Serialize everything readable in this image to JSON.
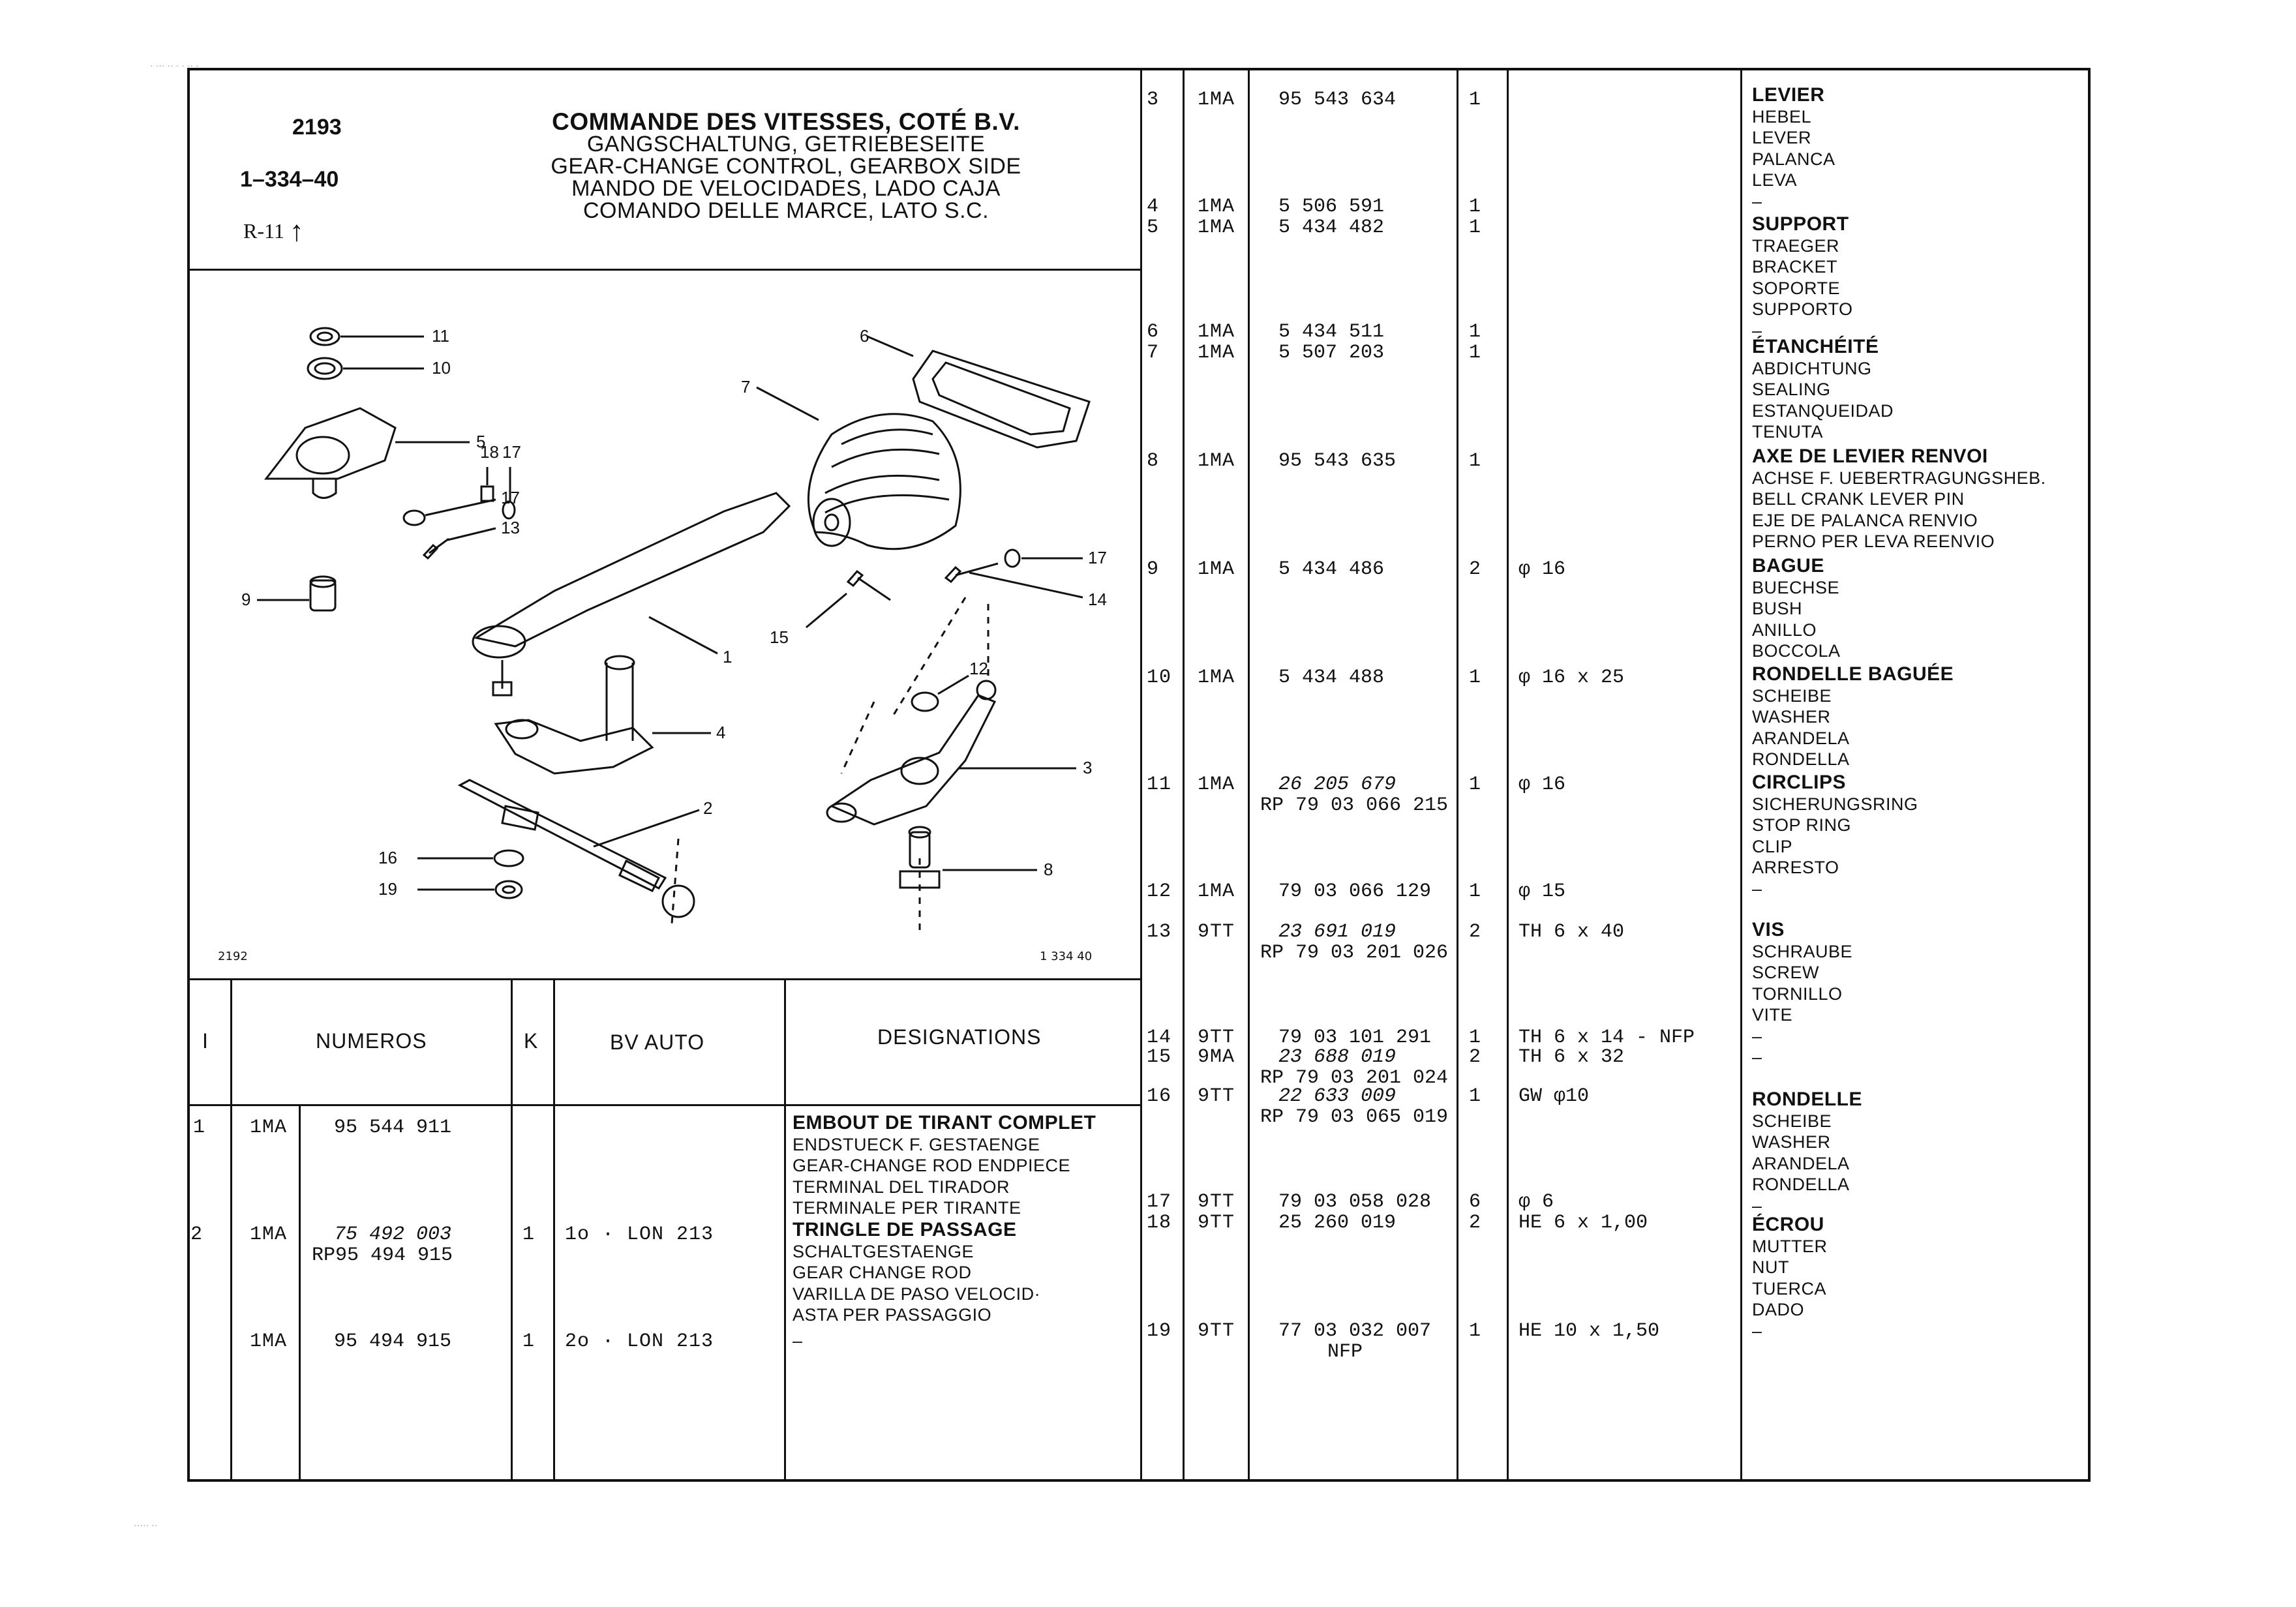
{
  "header": {
    "code": "2193",
    "ref_number": "1–334–40",
    "model": "R-11",
    "titles": [
      "COMMANDE DES VITESSES, COTÉ B.V.",
      "GANGSCHALTUNG, GETRIEBESEITE",
      "GEAR-CHANGE CONTROL, GEARBOX SIDE",
      "MANDO DE VELOCIDADES, LADO CAJA",
      "COMANDO DELLE MARCE, LATO S.C."
    ]
  },
  "diagram": {
    "left_note": "2192",
    "right_note": "1  334  40",
    "callouts": [
      "1",
      "2",
      "3",
      "4",
      "5",
      "6",
      "7",
      "8",
      "9",
      "10",
      "11",
      "12",
      "13",
      "14",
      "15",
      "16",
      "17",
      "17",
      "17",
      "18",
      "19"
    ]
  },
  "table": {
    "headers": [
      "I",
      "NUMEROS",
      "K",
      "BV AUTO",
      "DESIGNATIONS"
    ]
  },
  "left_rows": [
    {
      "item": "1",
      "prefix": "1MA",
      "numbers": [
        "95  544  911"
      ],
      "k": "",
      "bv": "",
      "designations": [
        "EMBOUT DE TIRANT COMPLET",
        "ENDSTUECK F. GESTAENGE",
        "GEAR-CHANGE ROD ENDPIECE",
        "TERMINAL DEL TIRADOR",
        "TERMINALE PER TIRANTE"
      ]
    },
    {
      "item": "2",
      "prefix": "1MA",
      "numbers": [
        "75  492  003",
        "RP95  494  915"
      ],
      "k": "1",
      "bv": "1o · LON 213",
      "designations": [
        "TRINGLE DE PASSAGE",
        "SCHALTGESTAENGE",
        "GEAR CHANGE ROD",
        "VARILLA DE PASO VELOCID·",
        "ASTA PER PASSAGGIO"
      ]
    },
    {
      "item": "",
      "prefix": "1MA",
      "numbers": [
        "95  494  915"
      ],
      "k": "1",
      "bv": "2o · LON 213",
      "designations": [
        "–"
      ]
    }
  ],
  "right_rows": [
    {
      "item": "3",
      "prefix": "1MA",
      "numbers": [
        "95  543  634"
      ],
      "qty": "1",
      "spec": ""
    },
    {
      "item": "4",
      "prefix": "1MA",
      "numbers": [
        "5  506  591"
      ],
      "qty": "1",
      "spec": ""
    },
    {
      "item": "5",
      "prefix": "1MA",
      "numbers": [
        "5  434  482"
      ],
      "qty": "1",
      "spec": ""
    },
    {
      "item": "6",
      "prefix": "1MA",
      "numbers": [
        "5  434  511"
      ],
      "qty": "1",
      "spec": ""
    },
    {
      "item": "7",
      "prefix": "1MA",
      "numbers": [
        "5  507  203"
      ],
      "qty": "1",
      "spec": ""
    },
    {
      "item": "8",
      "prefix": "1MA",
      "numbers": [
        "95  543  635"
      ],
      "qty": "1",
      "spec": ""
    },
    {
      "item": "9",
      "prefix": "1MA",
      "numbers": [
        "5  434  486"
      ],
      "qty": "2",
      "spec": "φ 16"
    },
    {
      "item": "10",
      "prefix": "1MA",
      "numbers": [
        "5  434  488"
      ],
      "qty": "1",
      "spec": "φ 16 x 25"
    },
    {
      "item": "11",
      "prefix": "1MA",
      "numbers": [
        "26  205  679",
        "RP 79  03  066  215"
      ],
      "qty": "1",
      "spec": "φ 16"
    },
    {
      "item": "12",
      "prefix": "1MA",
      "numbers": [
        "79  03  066  129"
      ],
      "qty": "1",
      "spec": "φ  15"
    },
    {
      "item": "13",
      "prefix": "9TT",
      "numbers": [
        "23  691  019",
        "RP 79  03  201  026"
      ],
      "qty": "2",
      "spec": "TH 6 x 40"
    },
    {
      "item": "14",
      "prefix": "9TT",
      "numbers": [
        "79  03  101  291"
      ],
      "qty": "1",
      "spec": "TH 6 x 14 - NFP"
    },
    {
      "item": "15",
      "prefix": "9MA",
      "numbers": [
        "23  688  019",
        "RP 79  03  201  024"
      ],
      "qty": "2",
      "spec": "TH 6 x 32"
    },
    {
      "item": "16",
      "prefix": "9TT",
      "numbers": [
        "22  633  009",
        "RP 79  03  065  019"
      ],
      "qty": "1",
      "spec": "GW φ10"
    },
    {
      "item": "17",
      "prefix": "9TT",
      "numbers": [
        "79  03  058  028"
      ],
      "qty": "6",
      "spec": "φ 6"
    },
    {
      "item": "18",
      "prefix": "9TT",
      "numbers": [
        "25  260  019"
      ],
      "qty": "2",
      "spec": "HE 6 x 1,00"
    },
    {
      "item": "19",
      "prefix": "9TT",
      "numbers": [
        "77  03  032  007",
        "NFP"
      ],
      "qty": "1",
      "spec": "HE 10 x 1,50"
    }
  ],
  "designation_groups": [
    {
      "title": "LEVIER",
      "lines": [
        "HEBEL",
        "LEVER",
        "PALANCA",
        "LEVA",
        "–"
      ]
    },
    {
      "title": "SUPPORT",
      "lines": [
        "TRAEGER",
        "BRACKET",
        "SOPORTE",
        "SUPPORTO",
        "–"
      ]
    },
    {
      "title": "ÉTANCHÉITÉ",
      "lines": [
        "ABDICHTUNG",
        "SEALING",
        "ESTANQUEIDAD",
        "TENUTA"
      ]
    },
    {
      "title": "AXE DE LEVIER RENVOI",
      "lines": [
        "ACHSE F. UEBERTRAGUNGSHEB.",
        "BELL CRANK LEVER PIN",
        "EJE DE PALANCA RENVIO",
        "PERNO PER LEVA REENVIO"
      ]
    },
    {
      "title": "BAGUE",
      "lines": [
        "BUECHSE",
        "BUSH",
        "ANILLO",
        "BOCCOLA"
      ]
    },
    {
      "title": "RONDELLE BAGUÉE",
      "lines": [
        "SCHEIBE",
        "WASHER",
        "ARANDELA",
        "RONDELLA"
      ]
    },
    {
      "title": "CIRCLIPS",
      "lines": [
        "SICHERUNGSRING",
        "STOP RING",
        "CLIP",
        "ARRESTO",
        "–"
      ]
    },
    {
      "title": "VIS",
      "lines": [
        "SCHRAUBE",
        "SCREW",
        "TORNILLO",
        "VITE",
        "–",
        "–"
      ]
    },
    {
      "title": "RONDELLE",
      "lines": [
        "SCHEIBE",
        "WASHER",
        "ARANDELA",
        "RONDELLA",
        "–"
      ]
    },
    {
      "title": "ÉCROU",
      "lines": [
        "MUTTER",
        "NUT",
        "TUERCA",
        "DADO",
        "–"
      ]
    }
  ]
}
